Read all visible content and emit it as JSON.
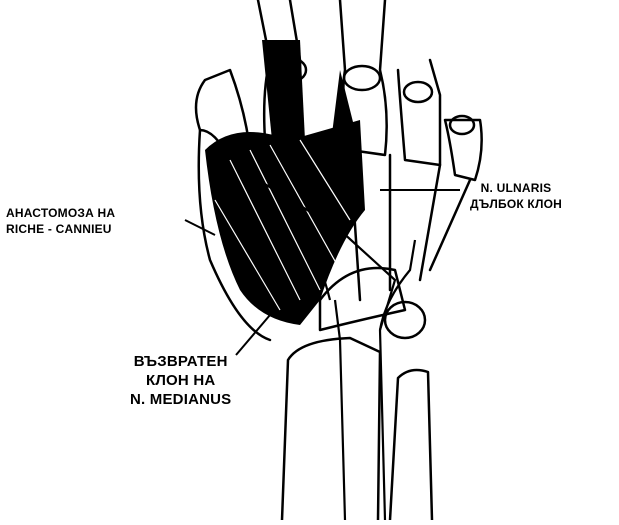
{
  "labels": {
    "anastomosis": {
      "line1": "АНАСТОМОЗА НА",
      "line2": "RICHE - CANNIEU"
    },
    "ulnaris": {
      "line1": "N. ULNARIS",
      "line2": "ДЪЛБОК КЛОН"
    },
    "recurrent": {
      "line1": "ВЪЗВРАТЕН",
      "line2": "КЛОН НА",
      "line3": "N. MEDIANUS"
    }
  },
  "colors": {
    "ink": "#000000",
    "paper": "#ffffff"
  }
}
